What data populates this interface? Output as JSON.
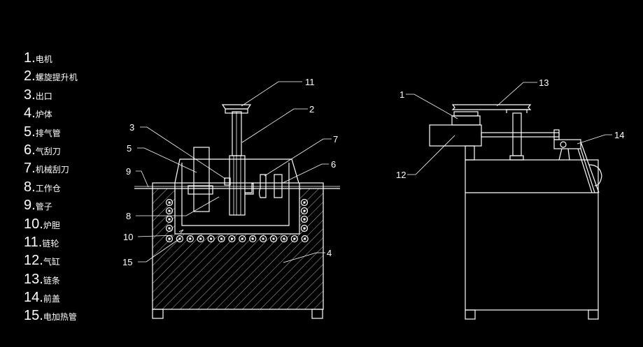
{
  "legend": [
    {
      "num": "1.",
      "text": "电机"
    },
    {
      "num": "2.",
      "text": "螺旋提升机"
    },
    {
      "num": "3.",
      "text": "出口"
    },
    {
      "num": "4.",
      "text": "炉体"
    },
    {
      "num": "5.",
      "text": "排气管"
    },
    {
      "num": "6.",
      "text": "气刮刀"
    },
    {
      "num": "7.",
      "text": "机械刮刀"
    },
    {
      "num": "8.",
      "text": "工作仓"
    },
    {
      "num": "9.",
      "text": "管子"
    },
    {
      "num": "10.",
      "text": "炉胆"
    },
    {
      "num": "11.",
      "text": "链轮"
    },
    {
      "num": "12.",
      "text": "气缸"
    },
    {
      "num": "13.",
      "text": "链条"
    },
    {
      "num": "14.",
      "text": "前盖"
    },
    {
      "num": "15.",
      "text": "电加热管"
    }
  ],
  "front_view_labels": {
    "l11": "11",
    "l2": "2",
    "l3": "3",
    "l5": "5",
    "l9": "9",
    "l7": "7",
    "l6": "6",
    "l8": "8",
    "l10": "10",
    "l15": "15",
    "l4": "4"
  },
  "side_view_labels": {
    "l1": "1",
    "l13": "13",
    "l14": "14",
    "l12": "12"
  },
  "colors": {
    "background": "#000000",
    "line": "#ffffff"
  }
}
